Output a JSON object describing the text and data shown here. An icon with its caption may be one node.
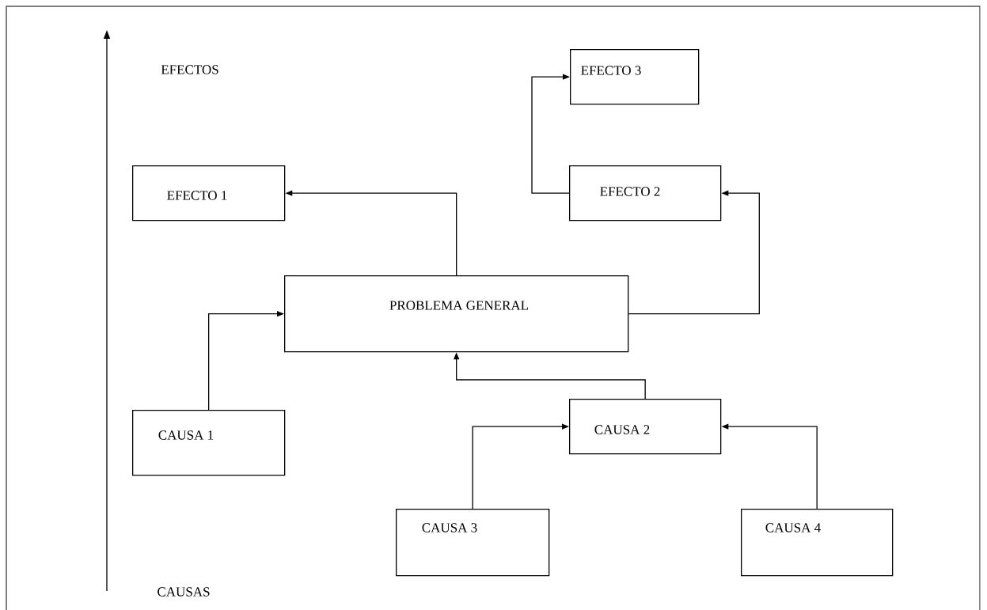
{
  "diagram": {
    "nodes": [
      {
        "text": [
          "EFECTO 3"
        ]
      },
      {
        "text": [
          "EFECTO 1"
        ]
      },
      {
        "text": [
          "EFECTO 2"
        ]
      },
      {
        "text": [
          "PROBLEMA GENERAL"
        ]
      },
      {
        "text": [
          "CAUSA 1"
        ]
      },
      {
        "text": [
          "CAUSA 2"
        ]
      },
      {
        "text": [
          "CAUSA 3"
        ]
      },
      {
        "text": [
          "CAUSA 4"
        ]
      }
    ],
    "edges": [
      {
        "from": 3,
        "to": 1,
        "arrow": "to"
      },
      {
        "from": 2,
        "to": 0,
        "arrow": "to"
      },
      {
        "from": 3,
        "to": 2,
        "arrow": "to"
      },
      {
        "from": 4,
        "to": 3,
        "arrow": "to"
      },
      {
        "from": 5,
        "to": 3,
        "arrow": "to"
      },
      {
        "from": 6,
        "to": 5,
        "arrow": "to"
      },
      {
        "from": 7,
        "to": 5,
        "arrow": "to"
      }
    ],
    "labels": [
      "EFECTOS",
      "CAUSAS"
    ]
  }
}
